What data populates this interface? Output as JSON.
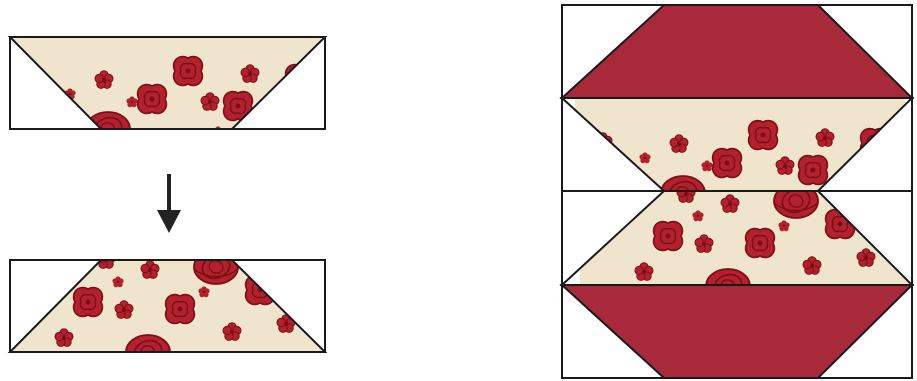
{
  "diagram": {
    "description_labels": [],
    "colors": {
      "background": "#ffffff",
      "outline": "#1a1a1a",
      "solid_red": "#a8293a",
      "fabric_cream": "#efe5cc",
      "flower_fill": "#b3202e",
      "flower_stroke": "#7a0f18",
      "arrow": "#222222"
    },
    "pieces": [
      {
        "name": "strip-before",
        "pattern": "floral",
        "shape": "inverted-trapezoid"
      },
      {
        "name": "strip-after",
        "pattern": "floral",
        "shape": "trapezoid"
      },
      {
        "name": "block-top",
        "pattern": "solid",
        "shape": "hexagon-cap"
      },
      {
        "name": "block-upper-floral",
        "pattern": "floral",
        "shape": "inverted-trapezoid"
      },
      {
        "name": "block-lower-floral",
        "pattern": "floral",
        "shape": "trapezoid"
      },
      {
        "name": "block-bottom",
        "pattern": "solid",
        "shape": "hexagon-cap"
      }
    ],
    "icons": [
      "down-arrow-icon"
    ]
  }
}
